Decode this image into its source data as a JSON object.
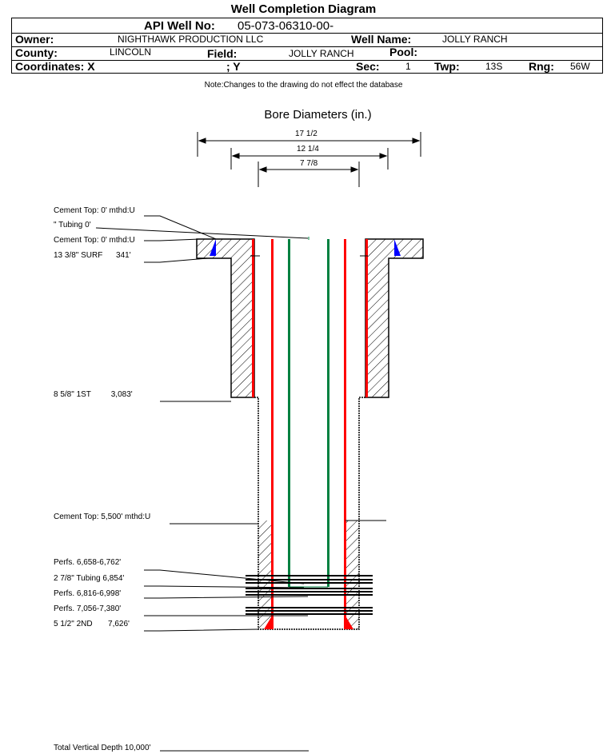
{
  "title": "Well Completion Diagram",
  "header": {
    "api_label": "API Well No:",
    "api_value": "05-073-06310-00-",
    "owner_label": "Owner:",
    "owner_value": "NIGHTHAWK PRODUCTION LLC",
    "well_name_label": "Well Name:",
    "well_name_value": "JOLLY RANCH",
    "county_label": "County:",
    "county_value": "LINCOLN",
    "field_label": "Field:",
    "field_value": "JOLLY RANCH",
    "pool_label": "Pool:",
    "coord_x_label": "Coordinates: X",
    "coord_y_label": "; Y",
    "sec_label": "Sec:",
    "sec_value": "1",
    "twp_label": "Twp:",
    "twp_value": "13S",
    "rng_label": "Rng:",
    "rng_value": "56W"
  },
  "note": "Note:Changes to the drawing do not effect the database",
  "bore": {
    "title": "Bore Diameters (in.)",
    "d1": "17 1/2",
    "d2": "12 1/4",
    "d3": "7 7/8"
  },
  "labels": {
    "l1": "Cement Top: 0' mthd:U",
    "l2": "\" Tubing 0'",
    "l3": "Cement Top: 0' mthd:U",
    "l4": "13 3/8\" SURF      341'",
    "l5": "8 5/8\" 1ST         3,083'",
    "l6": "Cement Top: 5,500' mthd:U",
    "l7": "Perfs. 6,658-6,762'",
    "l8": "2 7/8\" Tubing 6,854'",
    "l9": "Perfs. 6,816-6,998'",
    "l10": "Perfs. 7,056-7,380'",
    "l11": "5 1/2\" 2ND       7,626'",
    "tvd": "Total Vertical Depth 10,000'"
  },
  "colors": {
    "casing": "#ff0000",
    "tubing": "#008040",
    "cement_fill": "#0000ff"
  }
}
